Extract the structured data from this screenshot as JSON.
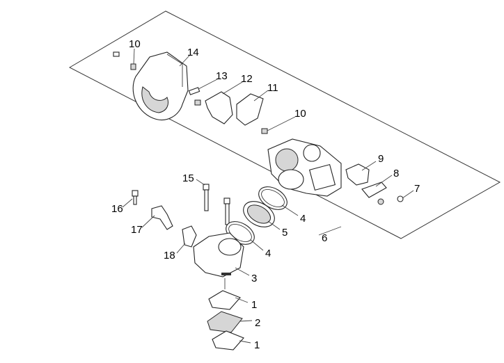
{
  "diagram": {
    "title": "Throttle body exploded parts view",
    "callouts": [
      "10",
      "14",
      "13",
      "12",
      "11",
      "10",
      "9",
      "8",
      "7",
      "15",
      "16",
      "17",
      "18",
      "4",
      "5",
      "4",
      "6",
      "3",
      "1",
      "2",
      "1"
    ]
  }
}
